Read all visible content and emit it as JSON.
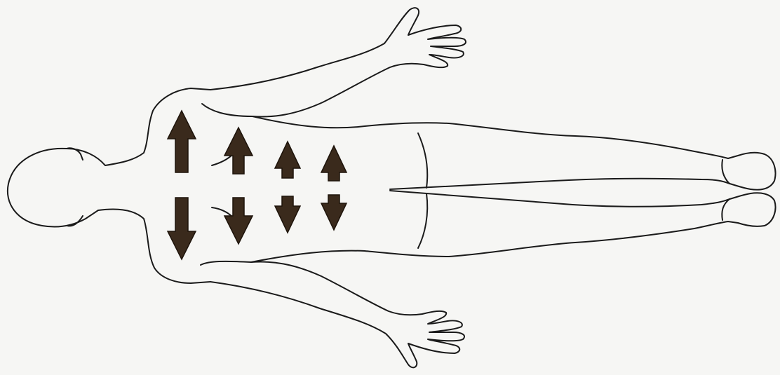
{
  "figure": {
    "subject": "body-outline-lying-supine",
    "arrow_color": "#3a2a1c",
    "outline_color": "#1a1a1a",
    "background": "#f6f6f4"
  },
  "arrows": {
    "up": [
      "arrow-up-1",
      "arrow-up-2",
      "arrow-up-3",
      "arrow-up-4"
    ],
    "down": [
      "arrow-down-1",
      "arrow-down-2",
      "arrow-down-3",
      "arrow-down-4"
    ]
  }
}
